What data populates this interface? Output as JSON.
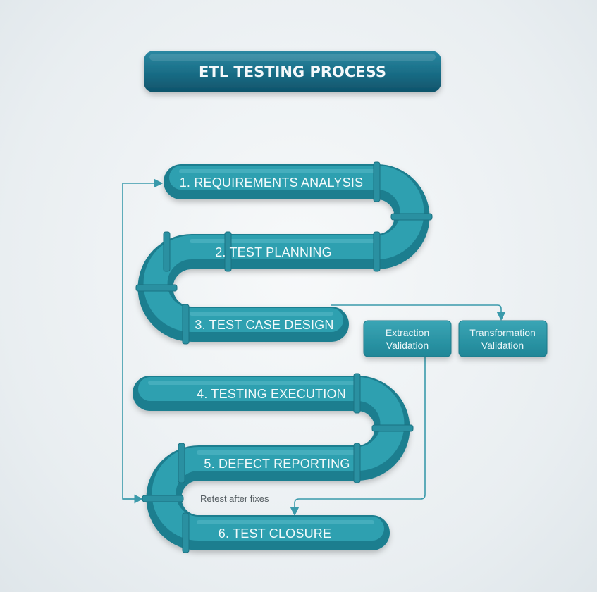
{
  "title": "ETL TESTING PROCESS",
  "steps": [
    {
      "label": "1. REQUIREMENTS ANALYSIS"
    },
    {
      "label": "2. TEST PLANNING"
    },
    {
      "label": "3. TEST CASE DESIGN"
    },
    {
      "label": "4. TESTING EXECUTION"
    },
    {
      "label": "5. DEFECT REPORTING"
    },
    {
      "label": "6. TEST CLOSURE"
    }
  ],
  "validations": [
    {
      "line1": "Extraction",
      "line2": "Validation"
    },
    {
      "line1": "Transformation",
      "line2": "Validation"
    }
  ],
  "loop_note": "Retest after fixes",
  "colors": {
    "pipe": "#2b95a5",
    "pipe_dark": "#1f7e8f",
    "title_bg": "#1a6f88",
    "connector": "#3a9aab"
  }
}
